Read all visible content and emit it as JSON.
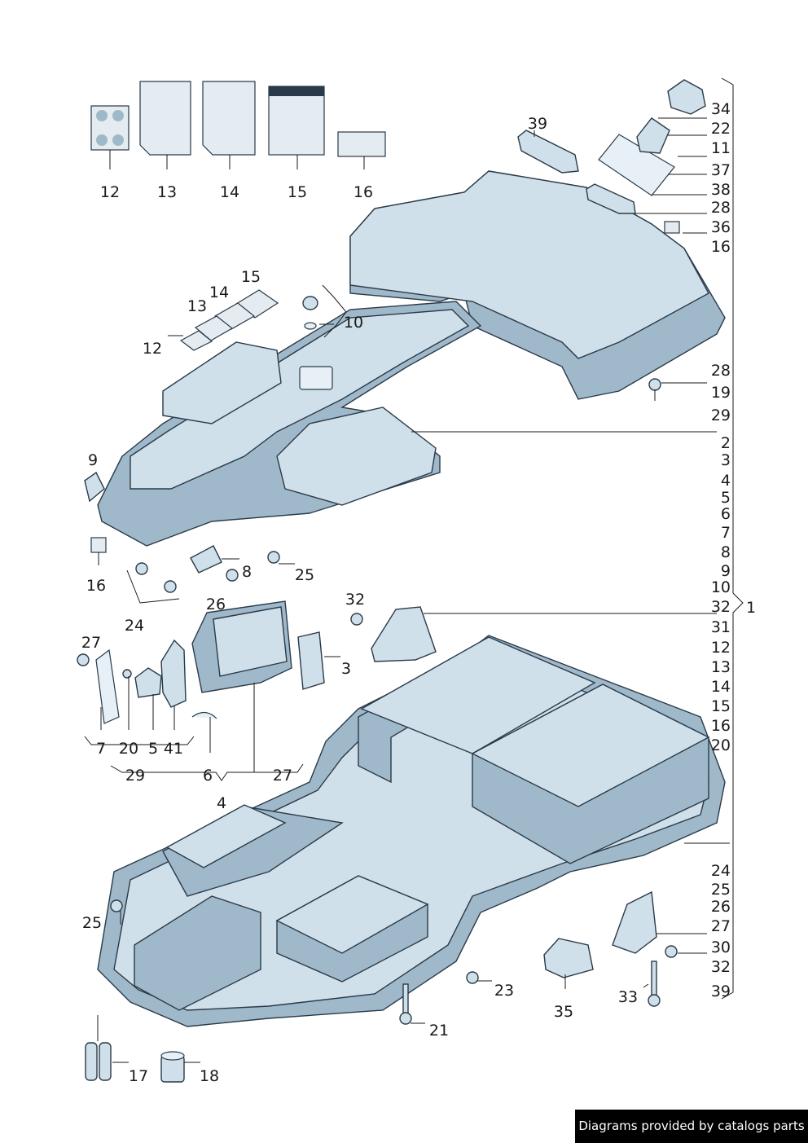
{
  "footer": {
    "text": "Diagrams provided by catalogs parts"
  },
  "colors": {
    "part_fill": "#cfe0ea",
    "part_shadow": "#9fb9ca",
    "outline": "#2a3a48"
  },
  "top_labels": [
    "12",
    "13",
    "14",
    "15",
    "16"
  ],
  "callouts_left": [
    "15",
    "14",
    "13",
    "12",
    "10",
    "9",
    "16",
    "8",
    "25",
    "24",
    "26",
    "32",
    "27",
    "3",
    "7",
    "20",
    "5",
    "41",
    "29",
    "6",
    "27",
    "4",
    "25",
    "23",
    "21",
    "35",
    "33",
    "17",
    "18"
  ],
  "bracket_item": "1",
  "bracket_list": [
    "34",
    "22",
    "11",
    "37",
    "38",
    "28",
    "36",
    "16",
    "28",
    "19",
    "29",
    "2",
    "3",
    "4",
    "5",
    "6",
    "7",
    "8",
    "9",
    "10",
    "32",
    "31",
    "12",
    "13",
    "14",
    "15",
    "16",
    "20",
    "24",
    "25",
    "26",
    "27",
    "30",
    "32",
    "39"
  ],
  "top_right_39": "39"
}
